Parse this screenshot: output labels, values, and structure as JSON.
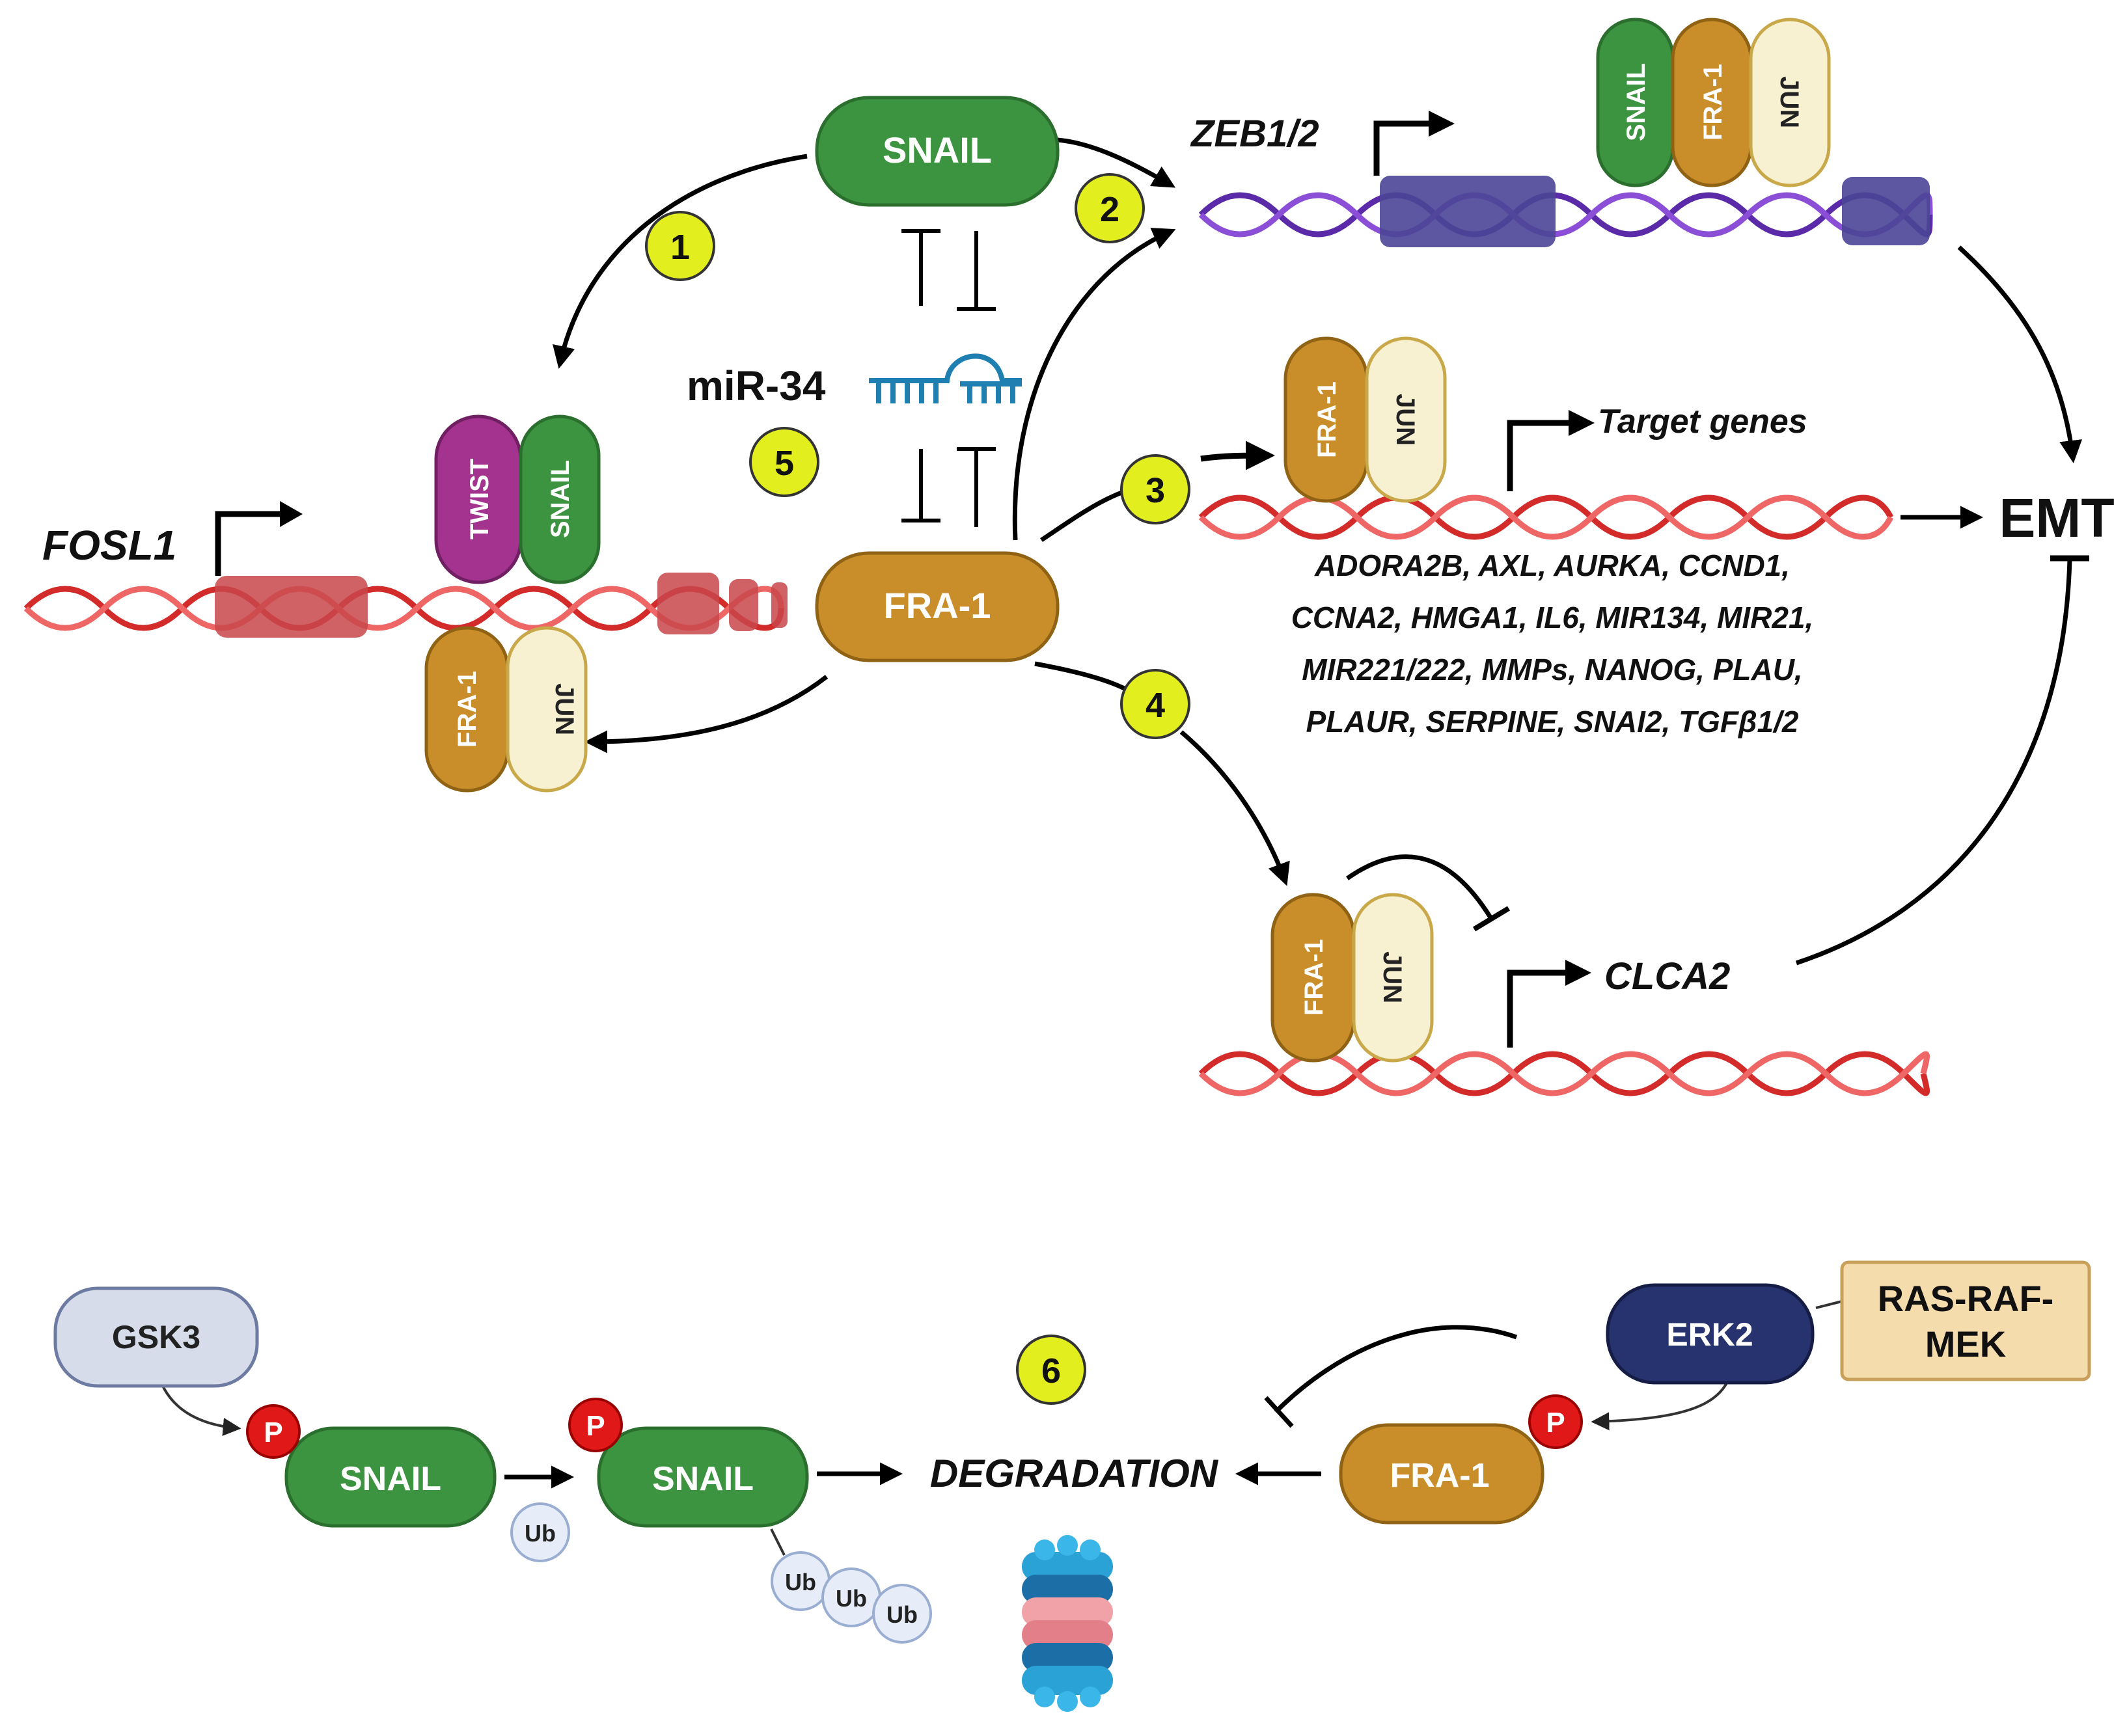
{
  "labels": {
    "snail": "SNAIL",
    "fra1": "FRA-1",
    "jun": "JUN",
    "twist": "TWIST",
    "mir34": "miR-34",
    "fosl1": "FOSL1",
    "zeb12": "ZEB1/2",
    "target_genes": "Target genes",
    "emt": "EMT",
    "clca2": "CLCA2",
    "gsk3": "GSK3",
    "erk2": "ERK2",
    "ras_raf_mek_1": "RAS-RAF-",
    "ras_raf_mek_2": "MEK",
    "degradation": "DEGRADATION",
    "p": "P",
    "ub": "Ub"
  },
  "gene_list": [
    "ADORA2B, AXL, AURKA, CCND1,",
    "CCNA2, HMGA1, IL6, MIR134, MIR21,",
    "MIR221/222,  MMPs, NANOG, PLAU,",
    "PLAUR, SERPINE, SNAI2, TGFβ1/2"
  ],
  "steps": [
    "1",
    "2",
    "3",
    "4",
    "5",
    "6"
  ],
  "colors": {
    "snail": "#3d9440",
    "fra1": "#c98e2a",
    "jun": "#f7f1d2",
    "twist": "#a3338f",
    "gsk3": "#d6dcea",
    "erk2": "#27336e",
    "ras": "#f5dcac",
    "badge": "#e3ee1f",
    "phospho": "#e01818",
    "dna_red": "#d32a2a",
    "dna_purple": "#5b2aa8",
    "mirna": "#1f7fb0"
  }
}
